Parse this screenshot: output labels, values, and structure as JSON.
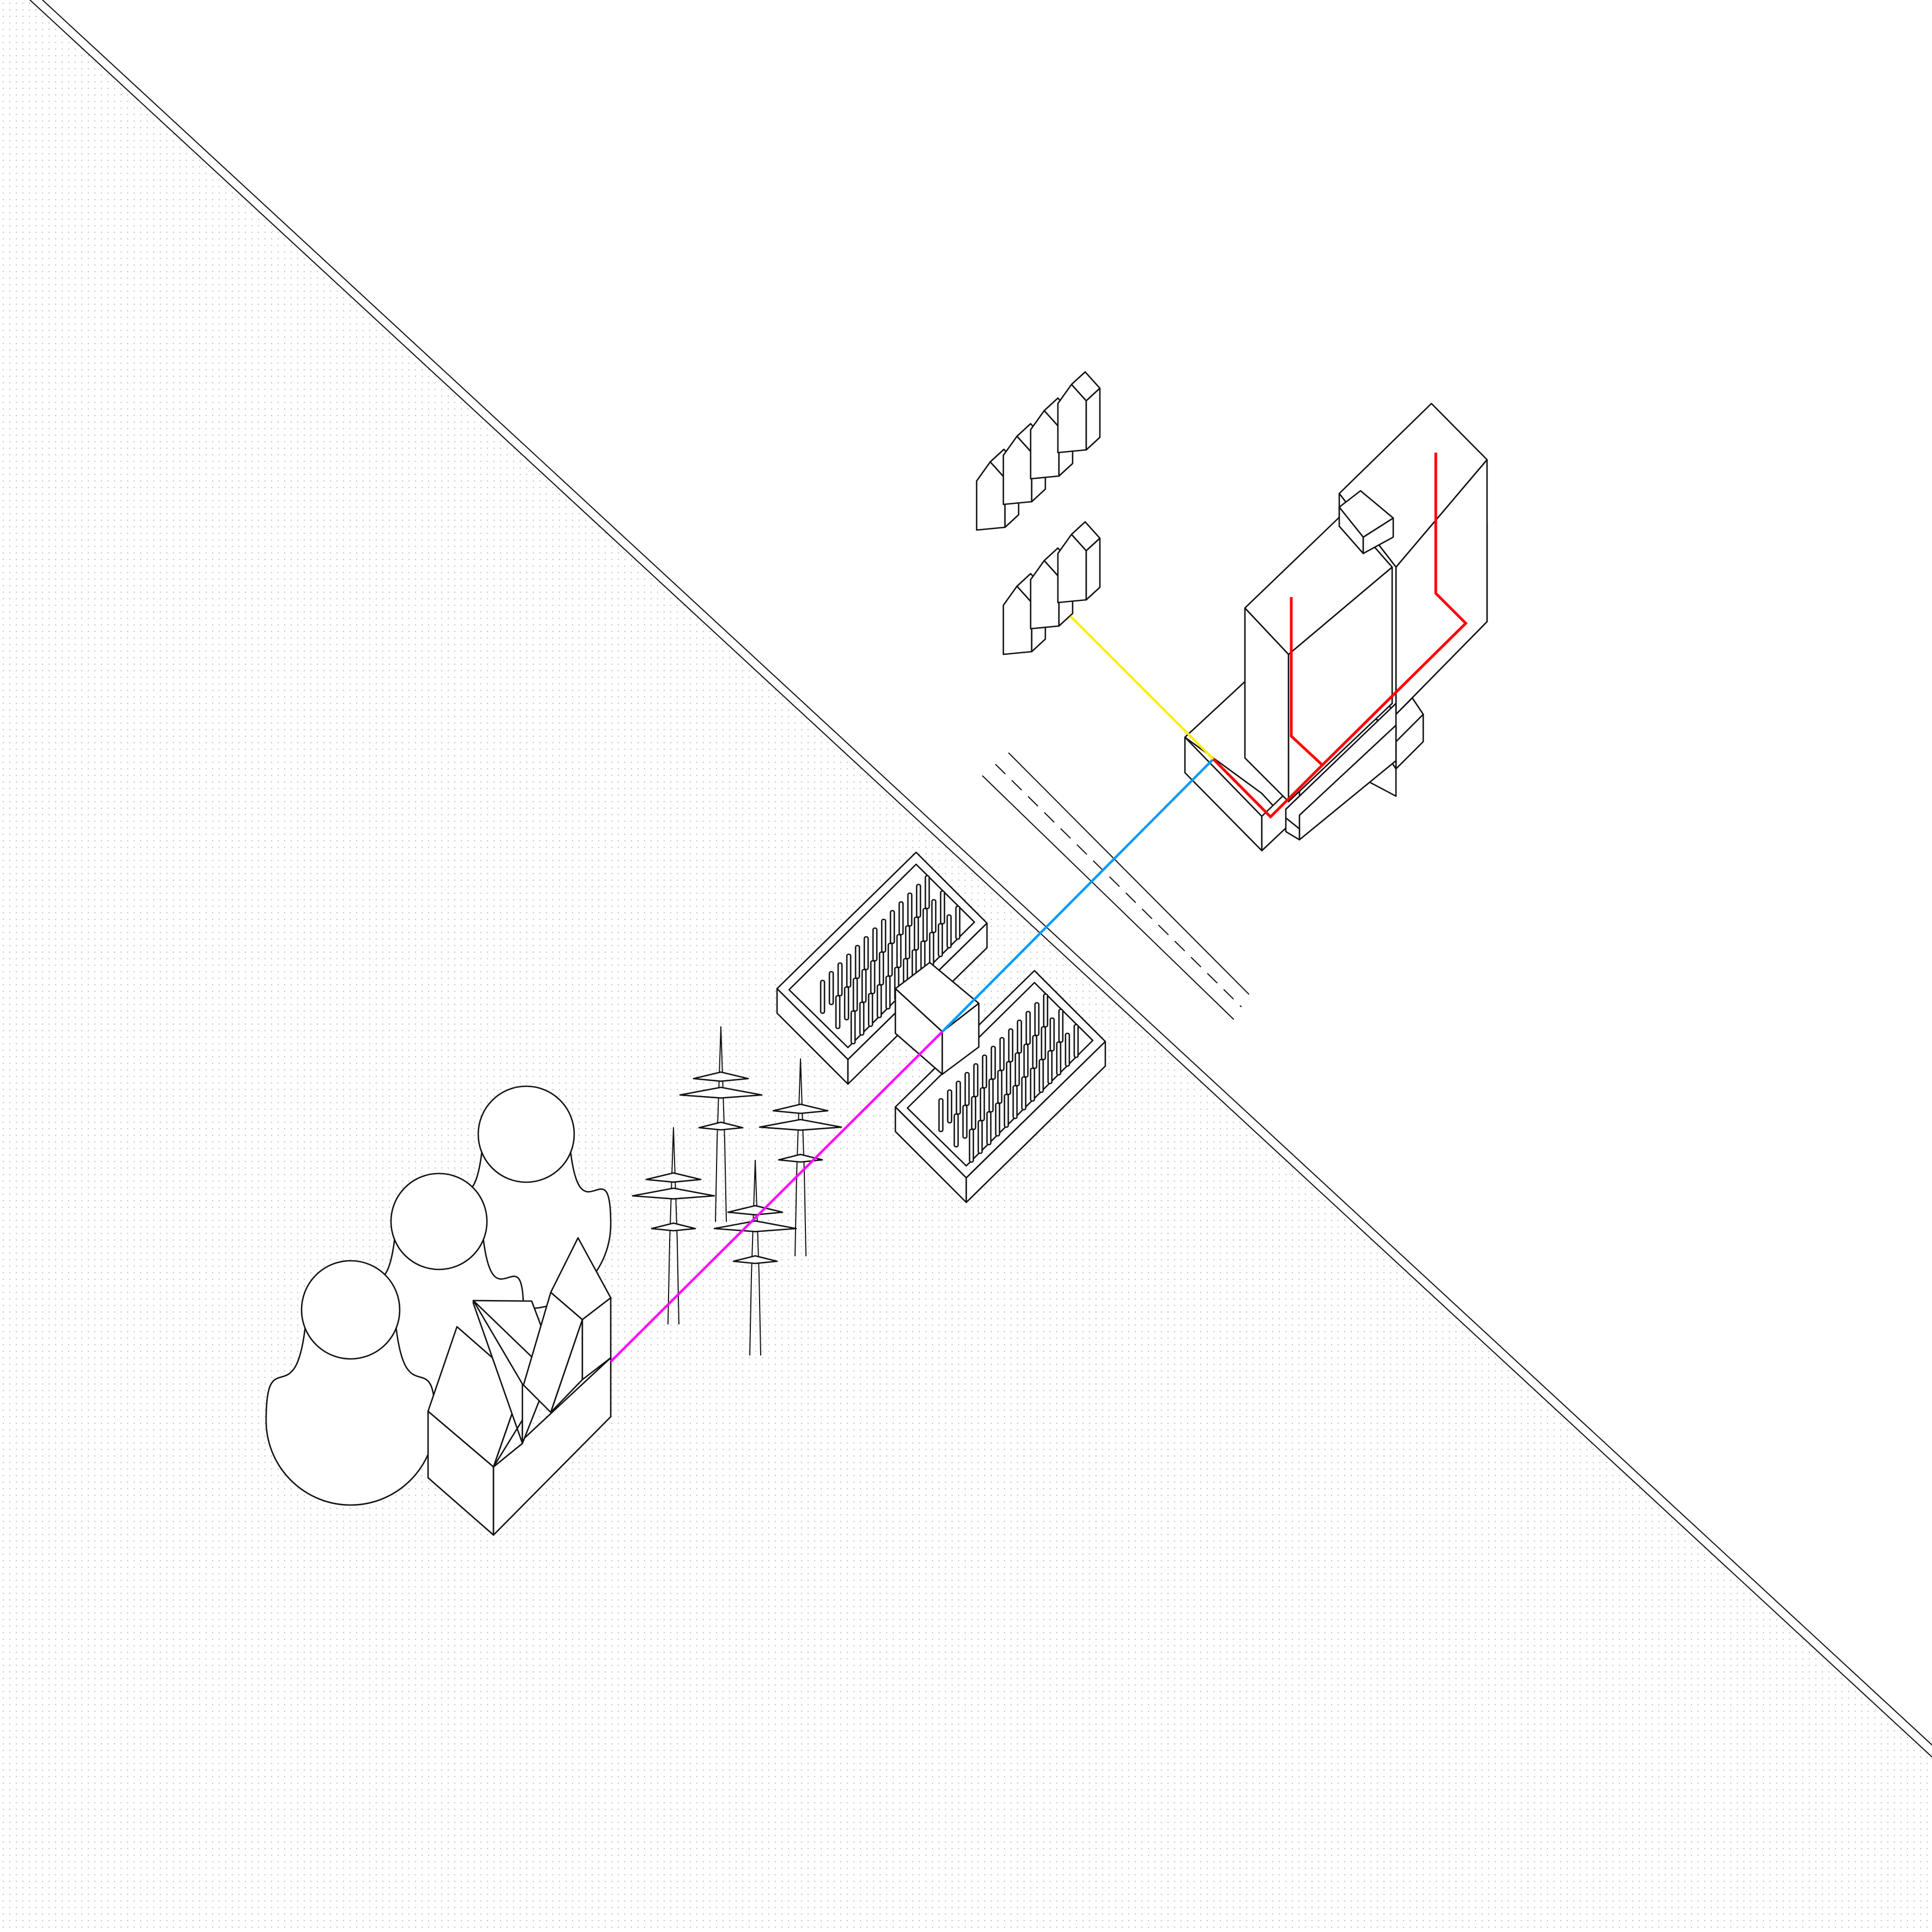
{
  "diagram": {
    "connections": [
      {
        "id": "power-plant-to-solar-farm",
        "color": "#ff00ff"
      },
      {
        "id": "solar-farm-to-building",
        "color": "#0099ff"
      },
      {
        "id": "houses-to-building",
        "color": "#ffee00"
      },
      {
        "id": "building-internal-network",
        "color": "#ff0000"
      }
    ],
    "ground_dot_color": "#c8c8c8",
    "line_color": "#111111",
    "elements": [
      "power-plant",
      "cooling-towers",
      "factory",
      "pylons",
      "solar-farm",
      "road",
      "houses",
      "building-complex"
    ]
  }
}
